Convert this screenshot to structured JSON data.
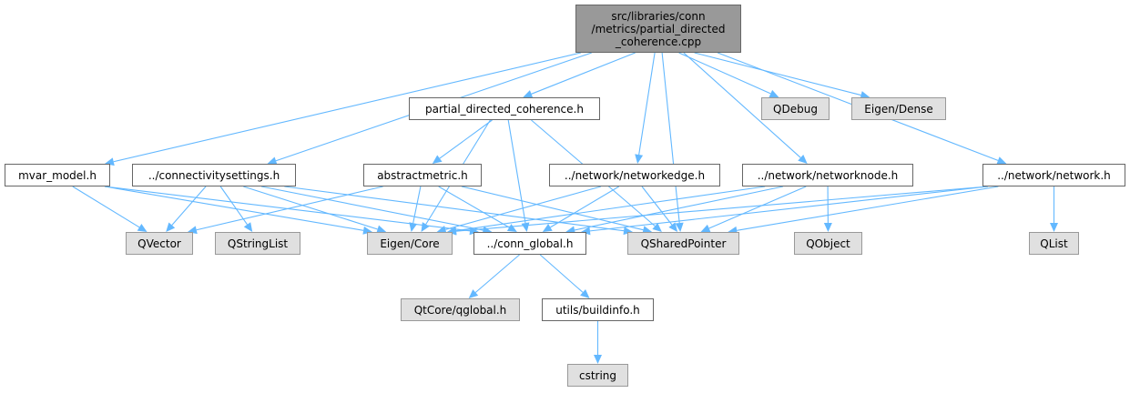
{
  "diagram": {
    "type": "include-dependency-graph",
    "colors": {
      "edge": "#63b8ff",
      "root_fill": "#999999",
      "local_fill": "#ffffff",
      "system_fill": "#e0e0e0",
      "border": "#666666"
    },
    "nodes": {
      "root": "src/libraries/conn\n/metrics/partial_directed\n_coherence.cpp",
      "mvar_model": "mvar_model.h",
      "connectivitysettings": "../connectivitysettings.h",
      "pdc_h": "partial_directed_coherence.h",
      "abstractmetric": "abstractmetric.h",
      "networkedge": "../network/networkedge.h",
      "networknode": "../network/networknode.h",
      "network": "../network/network.h",
      "qdebug": "QDebug",
      "eigen_dense": "Eigen/Dense",
      "qvector": "QVector",
      "qstringlist": "QStringList",
      "eigen_core": "Eigen/Core",
      "conn_global": "../conn_global.h",
      "qsharedpointer": "QSharedPointer",
      "qobject": "QObject",
      "qlist": "QList",
      "qglobal": "QtCore/qglobal.h",
      "buildinfo": "utils/buildinfo.h",
      "cstring": "cstring"
    },
    "edges": [
      [
        "root",
        "mvar_model"
      ],
      [
        "root",
        "connectivitysettings"
      ],
      [
        "root",
        "pdc_h"
      ],
      [
        "root",
        "networkedge"
      ],
      [
        "root",
        "networknode"
      ],
      [
        "root",
        "network"
      ],
      [
        "root",
        "qdebug"
      ],
      [
        "root",
        "eigen_dense"
      ],
      [
        "root",
        "qsharedpointer"
      ],
      [
        "pdc_h",
        "abstractmetric"
      ],
      [
        "pdc_h",
        "eigen_core"
      ],
      [
        "pdc_h",
        "conn_global"
      ],
      [
        "pdc_h",
        "qsharedpointer"
      ],
      [
        "mvar_model",
        "qvector"
      ],
      [
        "mvar_model",
        "eigen_core"
      ],
      [
        "mvar_model",
        "conn_global"
      ],
      [
        "connectivitysettings",
        "qvector"
      ],
      [
        "connectivitysettings",
        "qstringlist"
      ],
      [
        "connectivitysettings",
        "eigen_core"
      ],
      [
        "connectivitysettings",
        "conn_global"
      ],
      [
        "connectivitysettings",
        "qsharedpointer"
      ],
      [
        "abstractmetric",
        "qvector"
      ],
      [
        "abstractmetric",
        "eigen_core"
      ],
      [
        "abstractmetric",
        "conn_global"
      ],
      [
        "abstractmetric",
        "qsharedpointer"
      ],
      [
        "networkedge",
        "eigen_core"
      ],
      [
        "networkedge",
        "conn_global"
      ],
      [
        "networkedge",
        "qsharedpointer"
      ],
      [
        "networknode",
        "eigen_core"
      ],
      [
        "networknode",
        "conn_global"
      ],
      [
        "networknode",
        "qsharedpointer"
      ],
      [
        "networknode",
        "qobject"
      ],
      [
        "network",
        "eigen_core"
      ],
      [
        "network",
        "conn_global"
      ],
      [
        "network",
        "qsharedpointer"
      ],
      [
        "network",
        "qlist"
      ],
      [
        "conn_global",
        "qglobal"
      ],
      [
        "conn_global",
        "buildinfo"
      ],
      [
        "buildinfo",
        "cstring"
      ]
    ]
  }
}
